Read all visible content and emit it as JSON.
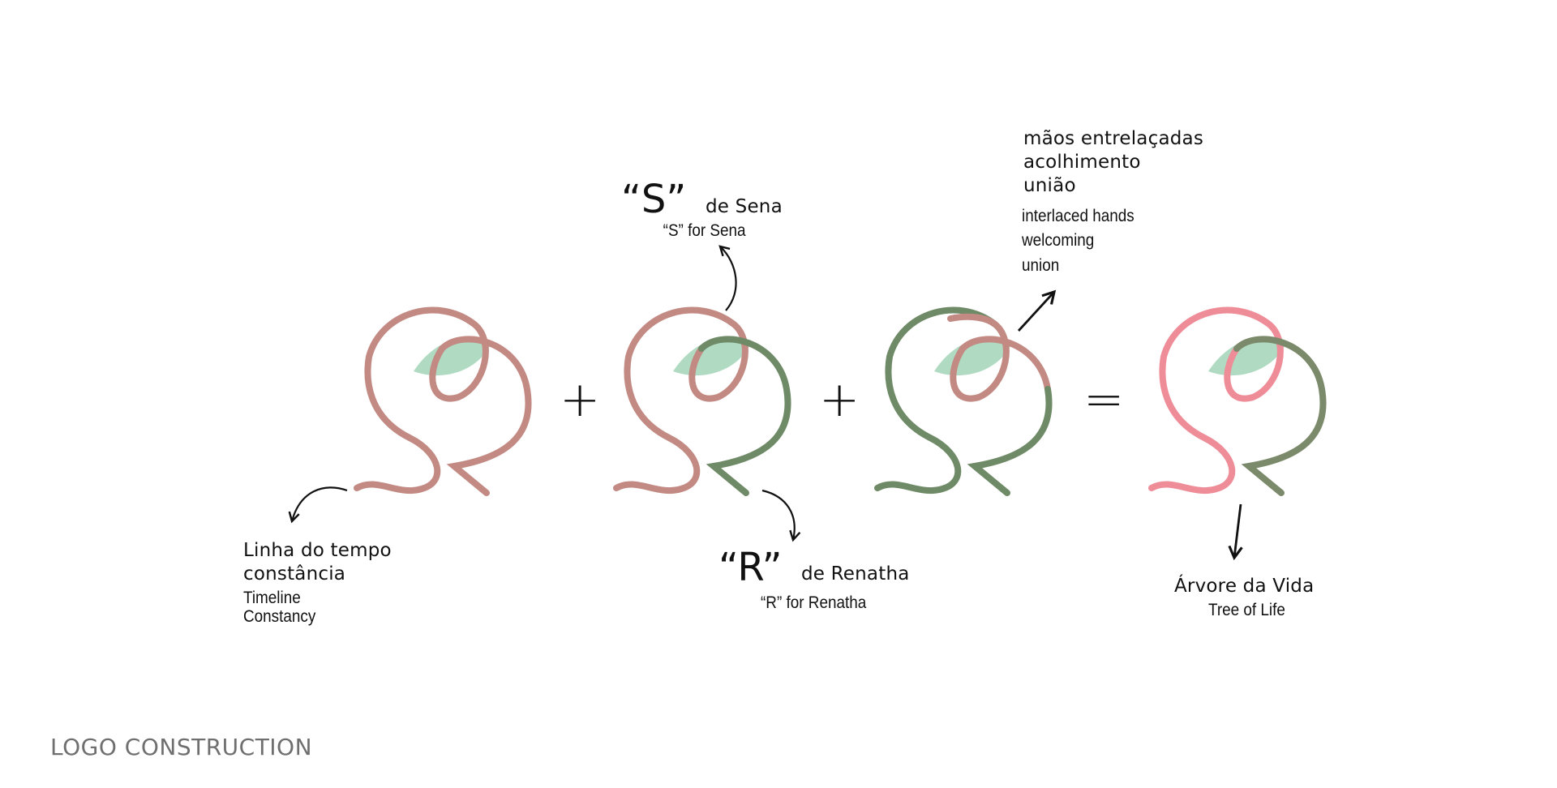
{
  "footer": {
    "title": "LOGO CONSTRUCTION"
  },
  "operators": {
    "plus_1": "+",
    "plus_2": "+",
    "equals": "="
  },
  "annotations": {
    "timeline": {
      "pt_line1": "Linha do tempo",
      "pt_line2": "constância",
      "en_line1": "Timeline",
      "en_line2": "Constancy"
    },
    "s_letter": {
      "quote": "“S”",
      "pt": "de Sena",
      "en": "“S” for Sena"
    },
    "r_letter": {
      "quote": "“R”",
      "pt": "de Renatha",
      "en": "“R” for Renatha"
    },
    "hands": {
      "pt_line1": "mãos entrelaçadas",
      "pt_line2": "acolhimento",
      "pt_line3": "união",
      "en_line1": "interlaced hands",
      "en_line2": "welcoming",
      "en_line3": "union"
    },
    "tree": {
      "pt": "Árvore da Vida",
      "en": "Tree of Life"
    }
  },
  "colors": {
    "rose": "#c28a83",
    "green": "#6e8a66",
    "pink": "#ec8c96",
    "leaf": "#a7d7bb",
    "arrow": "#111111",
    "footer": "#6f6f6f"
  },
  "logos": [
    {
      "id": "timeline-variant",
      "stroke_mode": "rose"
    },
    {
      "id": "s-variant",
      "stroke_mode": "s-rose-r-green"
    },
    {
      "id": "hands-variant",
      "stroke_mode": "mixed-green"
    },
    {
      "id": "final-logo",
      "stroke_mode": "gradient"
    }
  ]
}
